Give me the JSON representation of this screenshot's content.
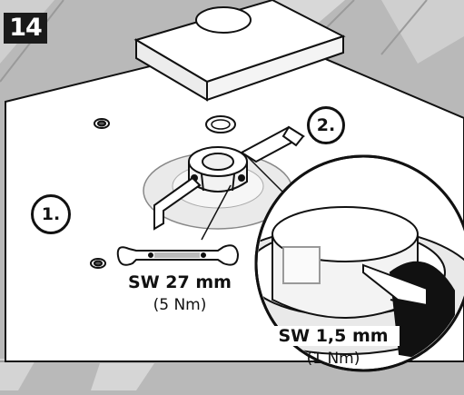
{
  "step": {
    "number": "14"
  },
  "callouts": [
    {
      "id": "step-1",
      "label": "1."
    },
    {
      "id": "step-2",
      "label": "2."
    }
  ],
  "tools": {
    "wrench": {
      "size": "SW 27 mm",
      "torque": "(5 Nm)"
    },
    "hex_key": {
      "size": "SW 1,5 mm",
      "torque": "(1 Nm)"
    }
  },
  "colors": {
    "floor_tile": "#b8b8b8",
    "floor_tile_light": "#d6d6d6",
    "panel": "#ffffff",
    "outline": "#111111"
  }
}
